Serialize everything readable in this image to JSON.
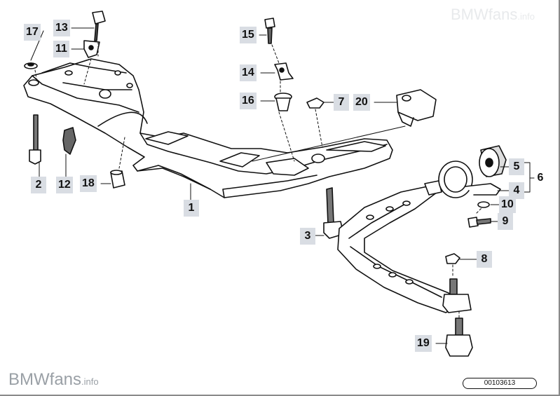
{
  "watermark": {
    "brand": "BMWfans",
    "suffix": ".info"
  },
  "diagram_id": "00103613",
  "callouts": {
    "c1": "1",
    "c2": "2",
    "c3": "3",
    "c4": "4",
    "c5": "5",
    "c6": "6",
    "c7": "7",
    "c8": "8",
    "c9": "9",
    "c10": "10",
    "c11": "11",
    "c12": "12",
    "c13": "13",
    "c14": "14",
    "c15": "15",
    "c16": "16",
    "c17": "17",
    "c18": "18",
    "c19": "19",
    "c20": "20"
  },
  "colors": {
    "callout_bg": "#d9dde3",
    "line": "#111111",
    "watermark": "#9aa0a6"
  }
}
